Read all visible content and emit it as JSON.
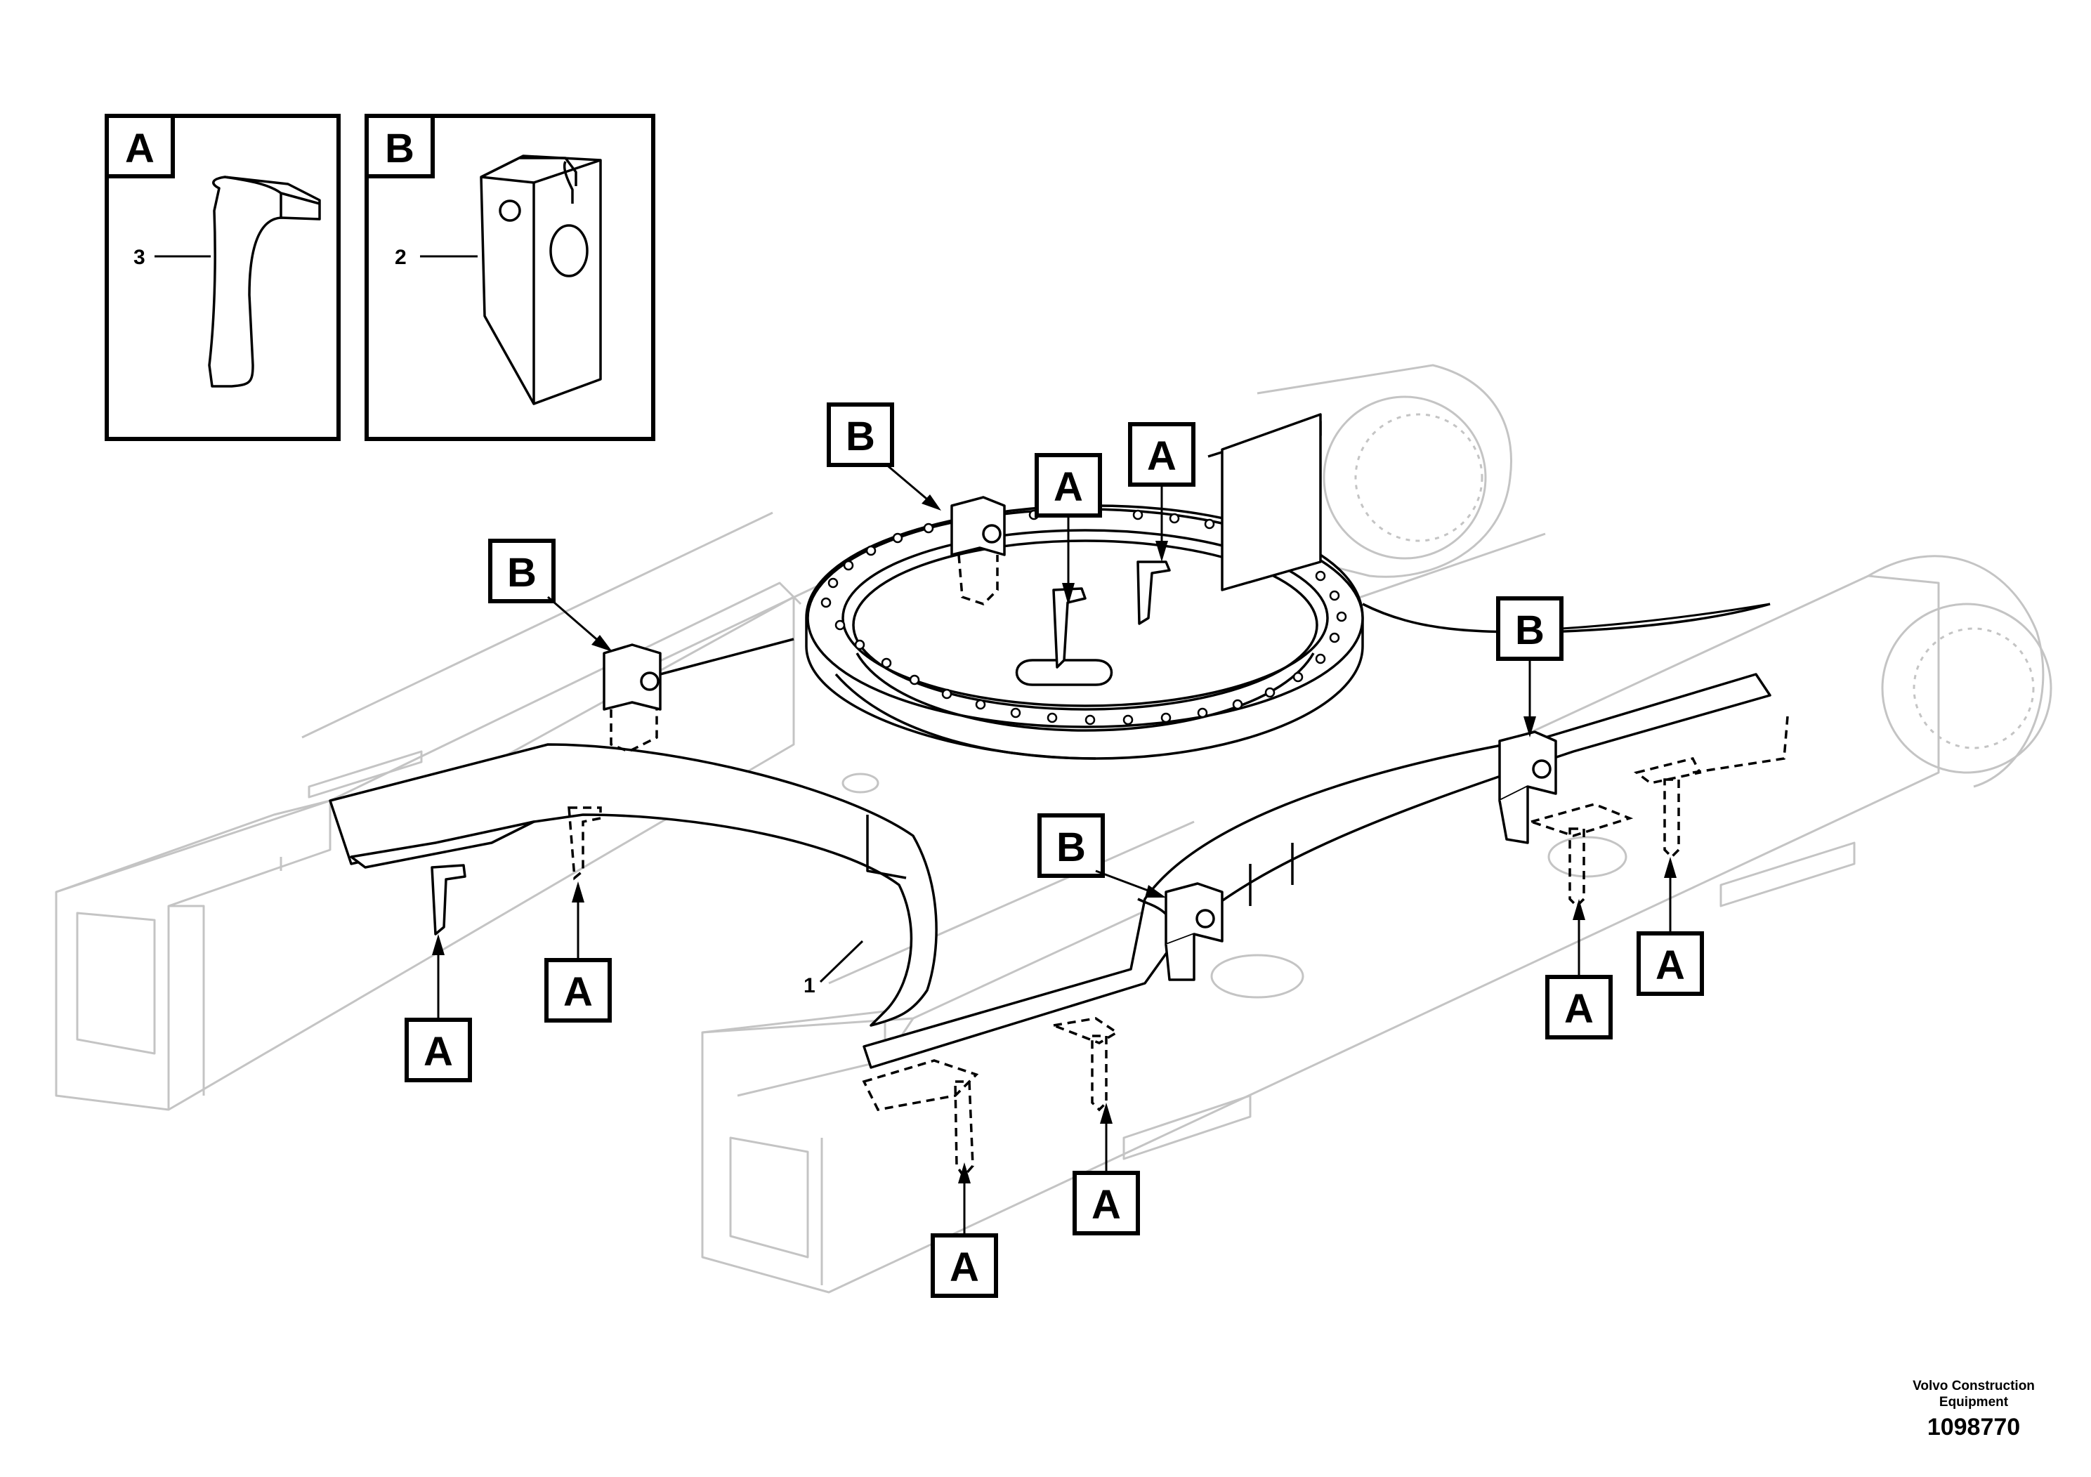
{
  "legend": {
    "box_a": {
      "letter": "A",
      "part_number": "3"
    },
    "box_b": {
      "letter": "B",
      "part_number": "2"
    }
  },
  "callouts": {
    "part_1": "1",
    "callout_letters": [
      "B",
      "A",
      "A",
      "B",
      "B",
      "B",
      "A",
      "A",
      "A",
      "A",
      "A",
      "A"
    ]
  },
  "footer": {
    "company_line1": "Volvo Construction",
    "company_line2": "Equipment",
    "drawing_number": "1098770"
  },
  "colors": {
    "linework": "#000000",
    "background_outline": "#c4c4c4",
    "paper": "#ffffff"
  }
}
